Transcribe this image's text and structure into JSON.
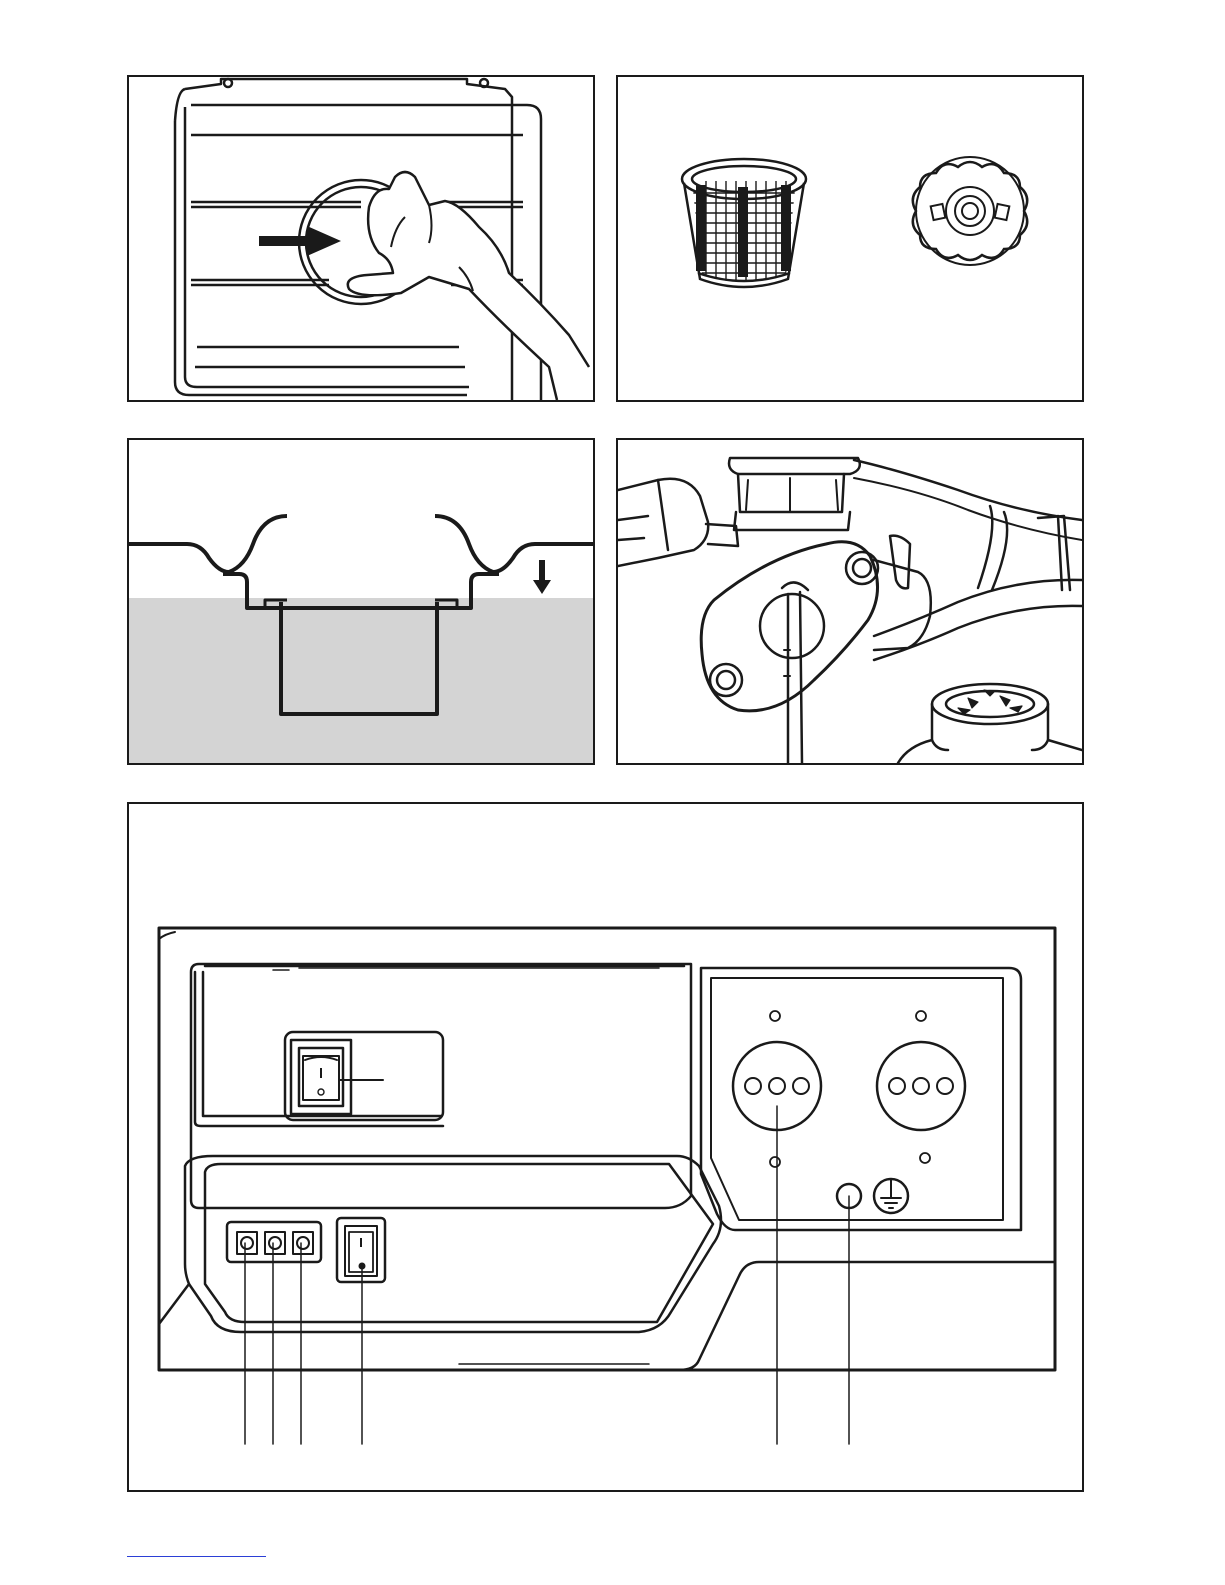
{
  "colors": {
    "ink": "#1a1a1a",
    "water": "#d4d4d4",
    "paper": "#ffffff",
    "footer_link": "#2b3fd6"
  },
  "figures": [
    {
      "id": "fig-1",
      "content": "hand-pressing-round-cap-icon"
    },
    {
      "id": "fig-2",
      "content": "filter-basket-and-fluted-cap-icon"
    },
    {
      "id": "fig-3",
      "content": "cross-section-in-water-icon"
    },
    {
      "id": "fig-4",
      "content": "fuel-valve-assembly-icon"
    },
    {
      "id": "fig-5",
      "content": "control-panel-icon"
    }
  ],
  "control_panel": {
    "switch_upper_symbols": [
      "I",
      "O"
    ],
    "switch_lower_symbols": [
      "I",
      "O"
    ],
    "indicator_lamps": 3,
    "sockets": 2,
    "socket_pins": 3,
    "callouts": 6
  }
}
